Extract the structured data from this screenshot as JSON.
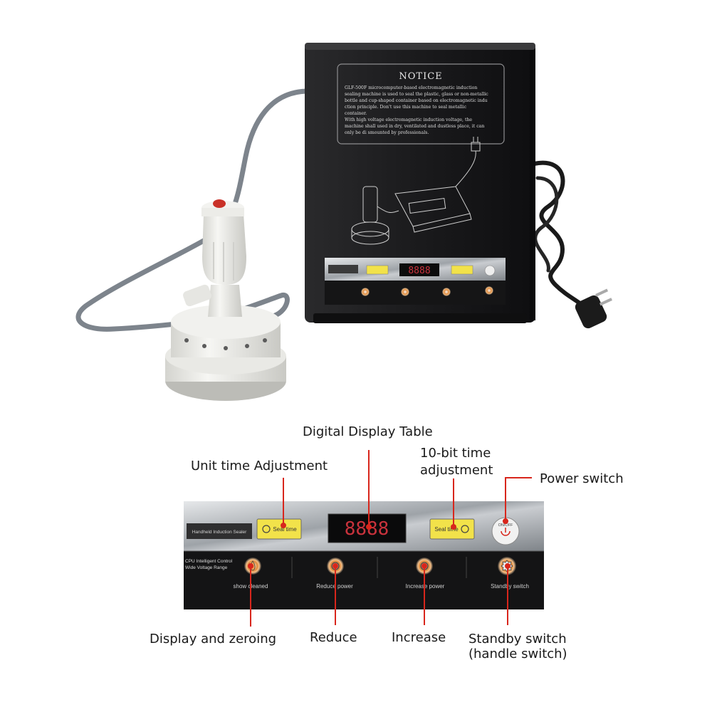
{
  "notice": {
    "title": "NOTICE",
    "lines": [
      "GLF-500F microcomputer-based electromagnetic induction",
      "sealing machine is used to seal the plastic, glass or non-metallic",
      "bottle and cup-shaped container based on electromagnetic indu",
      "ction principle. Don't use this machine to seal metallic",
      "container.",
      "With high voltage electromagnetic induction voltage, the",
      "machine shall used in dry, ventilated and dustless place, it can",
      "only be di smounted by professionals."
    ]
  },
  "panel": {
    "brand_label": "Handheld Induction Sealer",
    "spec_line1": "CPU Intelligent Control",
    "spec_line2": "Wide Voltage Range",
    "seal_time_left": "Seal time",
    "seal_time_right": "Seal time",
    "display_value": "8888",
    "power_label": "ON/OFF",
    "btn_show_cleaned": "show cleaned",
    "btn_reduce_power": "Reduce power",
    "btn_increase_power": "Increase power",
    "btn_standby": "Standby switch"
  },
  "callouts": {
    "digital_display": "Digital Display Table",
    "unit_time": "Unit time Adjustment",
    "ten_bit_line1": "10-bit time",
    "ten_bit_line2": "adjustment",
    "power_switch": "Power switch",
    "display_zeroing": "Display and zeroing",
    "reduce": "Reduce",
    "increase": "Increase",
    "standby_line1": "Standby switch",
    "standby_line2": "(handle switch)"
  },
  "colors": {
    "callout_line": "#d8261c",
    "machine_body": "#1c1c1e",
    "seal_button": "#f2e24a",
    "display_digits": "#c8323c",
    "handheld_white": "#eeeeea",
    "cable_gray": "#7d848c"
  }
}
